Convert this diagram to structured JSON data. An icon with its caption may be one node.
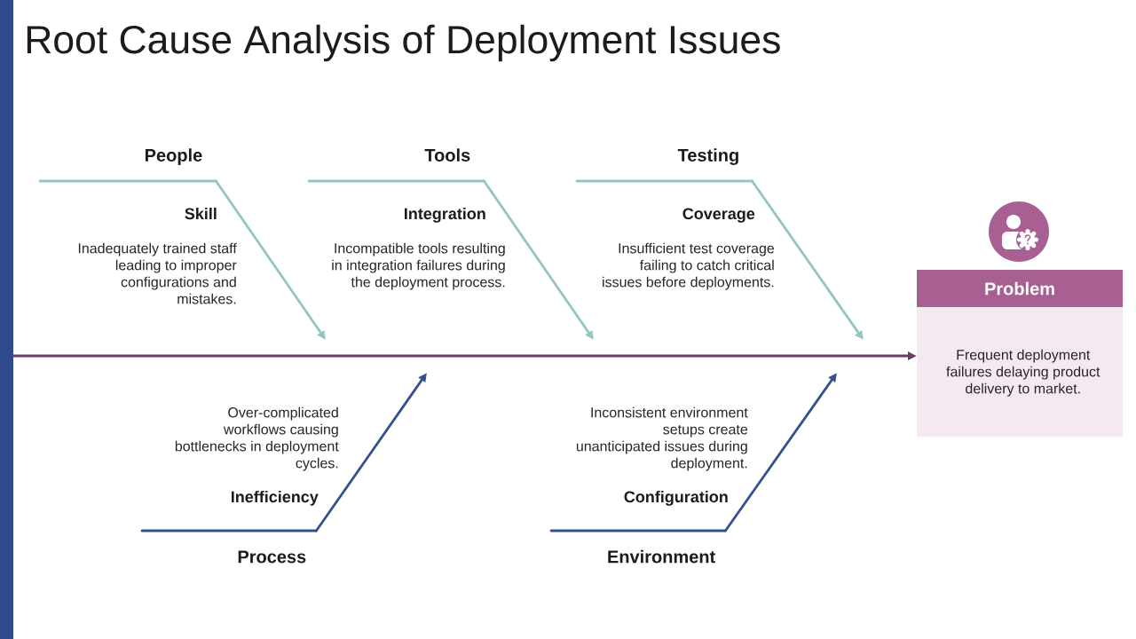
{
  "diagram": {
    "title": "Root Cause Analysis of Deployment Issues",
    "nodes": [
      {
        "text": [
          "People"
        ],
        "beside": [
          "Skill",
          "Inadequately trained staff leading to improper configurations and mistakes."
        ]
      },
      {
        "text": [
          "Tools"
        ],
        "beside": [
          "Integration",
          "Incompatible tools resulting in integration failures during the deployment process."
        ]
      },
      {
        "text": [
          "Testing"
        ],
        "beside": [
          "Coverage",
          "Insufficient test coverage failing to catch critical issues before deployments."
        ]
      },
      {
        "text": [
          "Process"
        ],
        "beside": [
          "Inefficiency",
          "Over-complicated workflows causing bottlenecks in deployment cycles."
        ]
      },
      {
        "text": [
          "Environment"
        ],
        "beside": [
          "Configuration",
          "Inconsistent environment setups create unanticipated issues during deployment."
        ]
      },
      {
        "text": [
          "Problem",
          "Frequent deployment failures delaying product delivery to market."
        ]
      }
    ],
    "edges": [
      {
        "from": 0,
        "to": null,
        "arrow": "to"
      },
      {
        "from": 1,
        "to": null,
        "arrow": "to"
      },
      {
        "from": 2,
        "to": null,
        "arrow": "to"
      },
      {
        "from": 3,
        "to": null,
        "arrow": "to",
        "color": "#34508f"
      },
      {
        "from": 4,
        "to": null,
        "arrow": "to",
        "color": "#34508f"
      },
      {
        "from": null,
        "to": 5,
        "arrow": "to",
        "color": "#6d3b62"
      }
    ]
  }
}
